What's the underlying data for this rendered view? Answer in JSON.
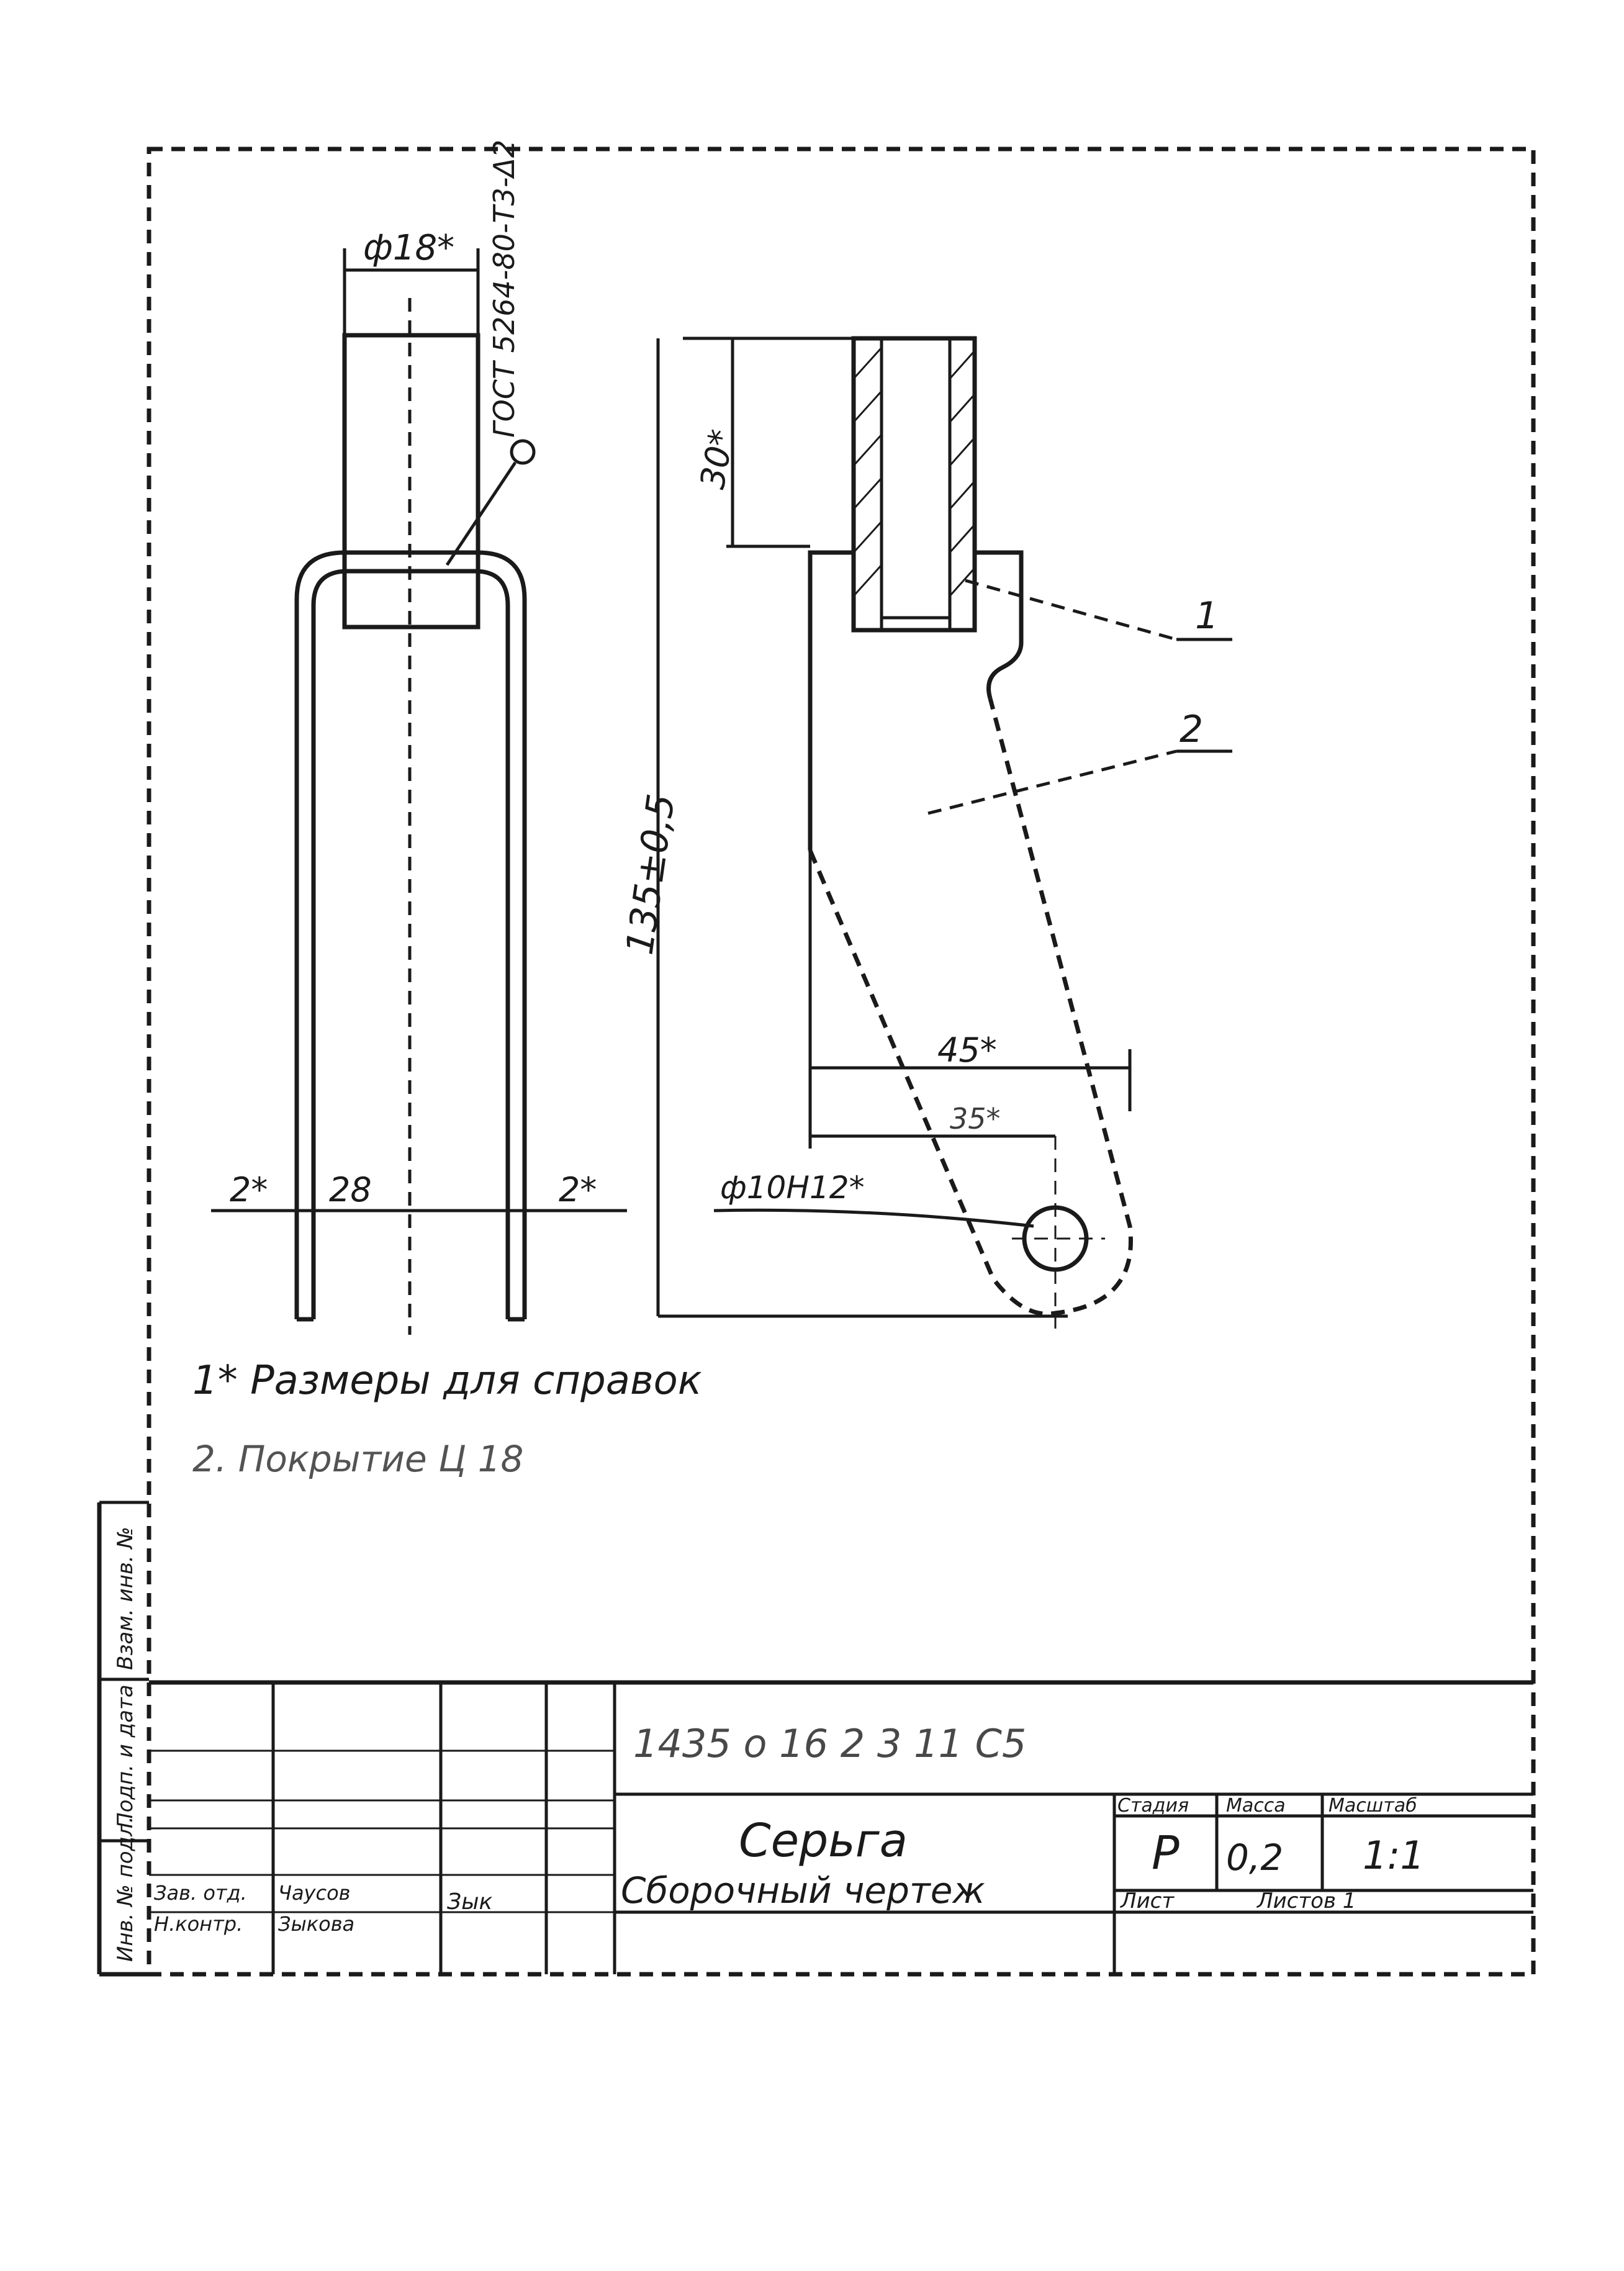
{
  "drawing": {
    "standard_note": "ГОСТ 5264-80-Т3-Δ2",
    "left_view": {
      "dia_top": "ф18*",
      "dim_left": "2*",
      "dim_mid": "28",
      "dim_right": "2*"
    },
    "right_view": {
      "dim_30": "30*",
      "dim_overall": "135±0,5",
      "dim_45": "45*",
      "dim_35": "35*",
      "dia_hole": "ф10Н12*",
      "pos_1": "1",
      "pos_2": "2"
    }
  },
  "notes": {
    "line1": "1* Размеры для справок",
    "line2": "2. Покрытие Ц 18"
  },
  "side_stamp": {
    "row1": "Инв. № подл.",
    "row2": "Подп. и дата",
    "row3": "Взам. инв. №"
  },
  "title_block": {
    "designation": "1435 о 16 2 3 11 С5",
    "part_name": "Серьга",
    "doc_type": "Сборочный чертеж",
    "col_stage": "Стадия",
    "col_mass": "Масса",
    "col_scale": "Масштаб",
    "stage": "Р",
    "mass": "0,2",
    "scale": "1:1",
    "sheet_label": "Лист",
    "sheets_label": "Листов 1",
    "role1": "Зав. отд.",
    "role2": "Н.контр.",
    "name1": "Чаусов",
    "name2": "Зыкова",
    "signature": "Зык"
  }
}
